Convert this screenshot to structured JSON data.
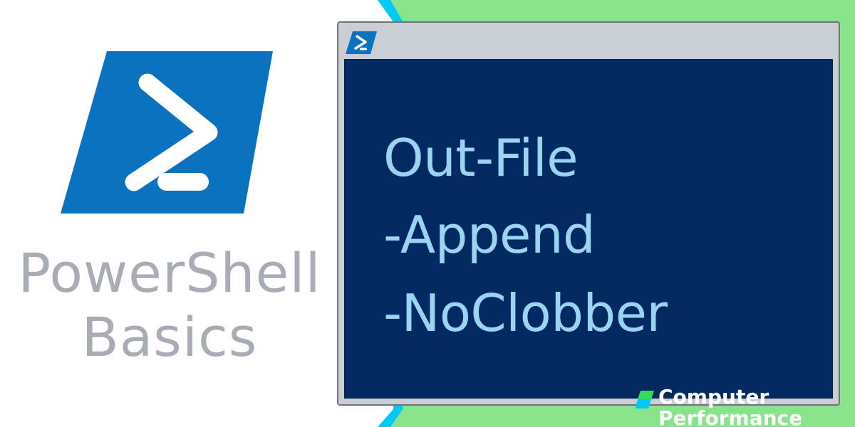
{
  "brand": {
    "line1": "PowerShell",
    "line2": "Basics"
  },
  "window": {
    "icon": "powershell-icon",
    "lines": [
      "Out-File",
      "-Append",
      "-NoClobber"
    ]
  },
  "footer_logo": {
    "line1": "Computer",
    "line2": "Performance",
    "mark": "cp-mark-icon"
  },
  "colors": {
    "background_white": "#ffffff",
    "accent_cyan": "#00c8f8",
    "accent_green": "#87e48a",
    "console_background": "#042a63",
    "console_text": "#9ad4f0",
    "logo_blue": "#0a72bf",
    "title_gray": "#a7acb5",
    "window_frame": "#c9ced4"
  }
}
